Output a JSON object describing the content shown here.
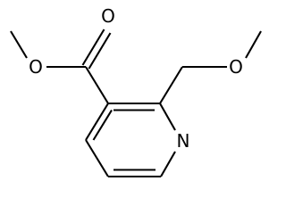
{
  "molecule": {
    "atoms": {
      "carbonyl_oxygen": "O",
      "ester_oxygen": "O",
      "ether_oxygen": "O",
      "ring_nitrogen": "N"
    },
    "colors": {
      "bond": "#000000",
      "label": "#000000",
      "background": "#ffffff"
    }
  }
}
